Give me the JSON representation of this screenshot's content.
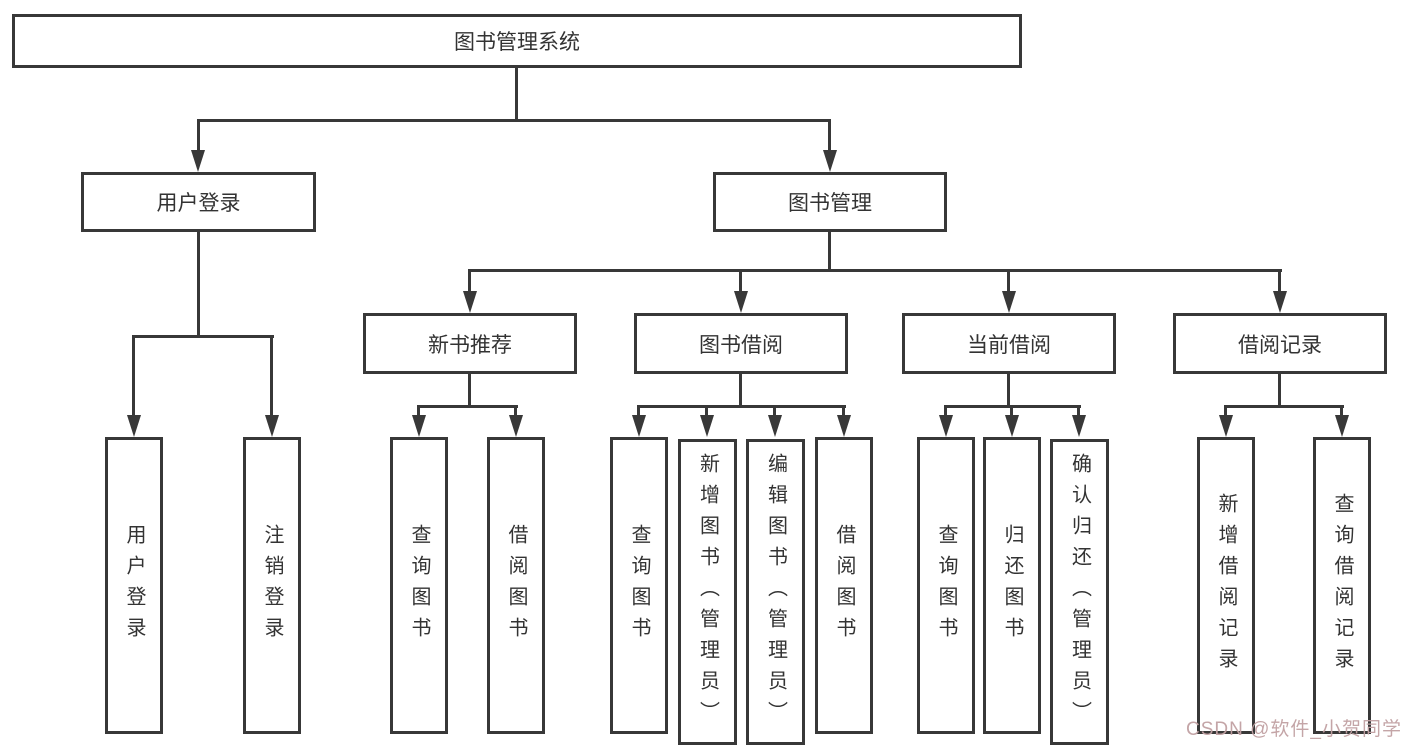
{
  "colors": {
    "line": "#383838",
    "node_border": "#383838",
    "node_fill": "#ffffff",
    "text": "#333333",
    "watermark_text_color": "#c1a0a2",
    "background": "#ffffff"
  },
  "watermark": {
    "text": "CSDN @软件_小贺同学"
  },
  "tree": {
    "root": {
      "label": "图书管理系统"
    },
    "branches": [
      {
        "label": "用户登录",
        "leaves": [
          {
            "label": "用户登录"
          },
          {
            "label": "注销登录"
          }
        ]
      },
      {
        "label": "图书管理",
        "children": [
          {
            "label": "新书推荐",
            "leaves": [
              {
                "label": "查询图书"
              },
              {
                "label": "借阅图书"
              }
            ]
          },
          {
            "label": "图书借阅",
            "leaves": [
              {
                "label": "查询图书"
              },
              {
                "label": "新增图书（管理员）"
              },
              {
                "label": "编辑图书（管理员）"
              },
              {
                "label": "借阅图书"
              }
            ]
          },
          {
            "label": "当前借阅",
            "leaves": [
              {
                "label": "查询图书"
              },
              {
                "label": "归还图书"
              },
              {
                "label": "确认归还（管理员）"
              }
            ]
          },
          {
            "label": "借阅记录",
            "leaves": [
              {
                "label": "新增借阅记录"
              },
              {
                "label": "查询借阅记录"
              }
            ]
          }
        ]
      }
    ]
  }
}
